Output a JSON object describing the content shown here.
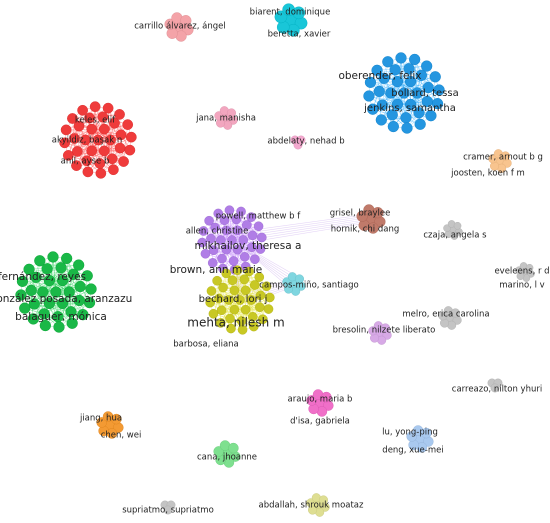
{
  "network": {
    "clusters": [
      {
        "id": "carrillo",
        "color": "#f4a3a8",
        "size": "small"
      },
      {
        "id": "biarent",
        "color": "#19c6d8",
        "size": "small"
      },
      {
        "id": "oberender",
        "color": "#2496e0",
        "size": "large"
      },
      {
        "id": "keles",
        "color": "#ef3b3b",
        "size": "large"
      },
      {
        "id": "jana",
        "color": "#f2a6bf",
        "size": "small"
      },
      {
        "id": "abdelaty",
        "color": "#f4a9cf",
        "size": "tiny"
      },
      {
        "id": "cramer",
        "color": "#f8c48e",
        "size": "small"
      },
      {
        "id": "grisel",
        "color": "#c07a6a",
        "size": "small"
      },
      {
        "id": "czaja",
        "color": "#c4c4c4",
        "size": "small"
      },
      {
        "id": "mikhailov",
        "color": "#b07de6",
        "size": "large"
      },
      {
        "id": "fernandez",
        "color": "#1ab847",
        "size": "large"
      },
      {
        "id": "eveleens",
        "color": "#c4c4c4",
        "size": "small"
      },
      {
        "id": "campos",
        "color": "#7fd6e0",
        "size": "small"
      },
      {
        "id": "mehta",
        "color": "#c8c824",
        "size": "large"
      },
      {
        "id": "bresolin",
        "color": "#d7a9e6",
        "size": "small"
      },
      {
        "id": "melro",
        "color": "#c4c4c4",
        "size": "small"
      },
      {
        "id": "carreazo",
        "color": "#c4c4c4",
        "size": "tiny"
      },
      {
        "id": "araujo",
        "color": "#f06fc8",
        "size": "small"
      },
      {
        "id": "jiang",
        "color": "#f39a33",
        "size": "small"
      },
      {
        "id": "lu",
        "color": "#a9c9ef",
        "size": "small"
      },
      {
        "id": "cana",
        "color": "#7ee08f",
        "size": "small"
      },
      {
        "id": "supriatmo",
        "color": "#c4c4c4",
        "size": "tiny"
      },
      {
        "id": "abdallah",
        "color": "#dede92",
        "size": "small"
      }
    ],
    "labels": [
      {
        "id": "carrillo",
        "text": "carrillo álvarez, ángel"
      },
      {
        "id": "biarent-1",
        "text": "biarent, dominique"
      },
      {
        "id": "biarent-2",
        "text": "beretta, xavier"
      },
      {
        "id": "oberender-1",
        "text": "oberender, felix"
      },
      {
        "id": "oberender-2",
        "text": "bollard, tessa"
      },
      {
        "id": "oberender-3",
        "text": "jenkins, samantha"
      },
      {
        "id": "keles-1",
        "text": "keles, elif"
      },
      {
        "id": "keles-2",
        "text": "akyildiz, başak n"
      },
      {
        "id": "keles-3",
        "text": "anil, ayse b"
      },
      {
        "id": "jana",
        "text": "jana, manisha"
      },
      {
        "id": "abdelaty",
        "text": "abdelaty, nehad b"
      },
      {
        "id": "cramer-1",
        "text": "cramer, arnout b g"
      },
      {
        "id": "cramer-2",
        "text": "joosten, koen f m"
      },
      {
        "id": "grisel-1",
        "text": "grisel, braylee"
      },
      {
        "id": "grisel-2",
        "text": "hornik, chi dang"
      },
      {
        "id": "czaja",
        "text": "czaja, angela s"
      },
      {
        "id": "mikhailov-1",
        "text": "powell, matthew b f"
      },
      {
        "id": "mikhailov-2",
        "text": "allen, christine"
      },
      {
        "id": "mikhailov-3",
        "text": "mikhailov, theresa a"
      },
      {
        "id": "mikhailov-4",
        "text": "brown, ann marie"
      },
      {
        "id": "fernandez-1",
        "text": "fernández, reyes"
      },
      {
        "id": "fernandez-2",
        "text": "gonzález posada, aranzazu"
      },
      {
        "id": "fernandez-3",
        "text": "balaguer, mónica"
      },
      {
        "id": "eveleens-1",
        "text": "eveleens, r d"
      },
      {
        "id": "eveleens-2",
        "text": "marino, l v"
      },
      {
        "id": "campos",
        "text": "campos-miño, santiago"
      },
      {
        "id": "mehta-1",
        "text": "bechard, lori j"
      },
      {
        "id": "mehta-2",
        "text": "mehta, nilesh m"
      },
      {
        "id": "mehta-3",
        "text": "barbosa, eliana"
      },
      {
        "id": "bresolin",
        "text": "bresolin, nilzete liberato"
      },
      {
        "id": "melro",
        "text": "melro, erica carolina"
      },
      {
        "id": "carreazo",
        "text": "carreazo, nilton yhuri"
      },
      {
        "id": "araujo-1",
        "text": "araujo, maria b"
      },
      {
        "id": "araujo-2",
        "text": "d'isa, gabriela"
      },
      {
        "id": "jiang-1",
        "text": "jiang, hua"
      },
      {
        "id": "jiang-2",
        "text": "chen, wei"
      },
      {
        "id": "lu-1",
        "text": "lu, yong-ping"
      },
      {
        "id": "lu-2",
        "text": "deng, xue-mei"
      },
      {
        "id": "cana",
        "text": "cana, jhoanne"
      },
      {
        "id": "supriatmo",
        "text": "supriatmo, supriatmo"
      },
      {
        "id": "abdallah",
        "text": "abdallah, shrouk moataz"
      }
    ]
  }
}
